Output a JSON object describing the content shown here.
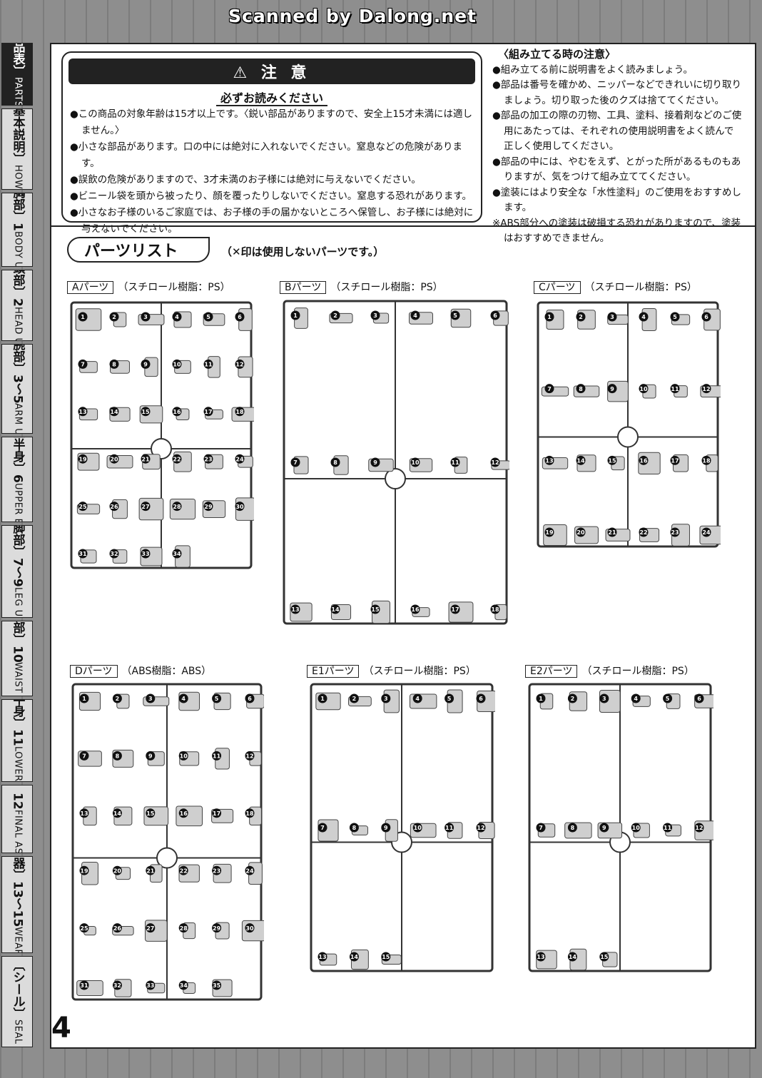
{
  "watermark": "Scanned by Dalong.net",
  "page_number": "4",
  "tabs": [
    {
      "jp": "〔部品表〕",
      "en": "PARTS LIST",
      "active": true
    },
    {
      "jp": "〔基本説明〕",
      "en": "HOW TO",
      "active": false
    },
    {
      "jp": "〔胸部〕1",
      "en": "BODY UNIT",
      "active": false
    },
    {
      "jp": "〔頭部〕2",
      "en": "HEAD UNIT",
      "active": false
    },
    {
      "jp": "〔腕部〕3〜5",
      "en": "ARM UNIT",
      "active": false
    },
    {
      "jp": "〔上半身〕6",
      "en": "UPPER BODY",
      "active": false
    },
    {
      "jp": "〔脚部〕7〜9",
      "en": "LEG UNIT",
      "active": false
    },
    {
      "jp": "〔腰部〕10",
      "en": "WAIST UNIT",
      "active": false
    },
    {
      "jp": "〔下半身〕11",
      "en": "LOWER BODY",
      "active": false
    },
    {
      "jp": "〔完成〕12",
      "en": "FINAL ASSEMBLE",
      "active": false
    },
    {
      "jp": "〔武器〕13〜15",
      "en": "WEAPONS",
      "active": false
    },
    {
      "jp": "〔シール〕",
      "en": "SEAL",
      "active": false
    }
  ],
  "caution": {
    "title": "⚠ 注 意",
    "subtitle": "必ずお読みください",
    "items": [
      "●この商品の対象年齢は15才以上です。〈鋭い部品がありますので、安全上15才未満には適しません。〉",
      "●小さな部品があります。口の中には絶対に入れないでください。窒息などの危険があります。",
      "●誤飲の危険がありますので、3才未満のお子様には絶対に与えないでください。",
      "●ビニール袋を頭から被ったり、顔を覆ったりしないでください。窒息する恐れがあります。",
      "●小さなお子様のいるご家庭では、お子様の手の届かないところへ保管し、お子様には絶対に与えないでください。"
    ]
  },
  "assembly_notes": {
    "title": "〈組み立てる時の注意〉",
    "items": [
      "●組み立てる前に説明書をよく読みましょう。",
      "●部品は番号を確かめ、ニッパーなどできれいに切り取りましょう。切り取った後のクズは捨ててください。",
      "●部品の加工の際の刃物、工具、塗料、接着剤などのご使用にあたっては、それぞれの使用説明書をよく読んで正しく使用してください。",
      "●部品の中には、やむをえず、とがった所があるものもありますが、気をつけて組み立ててください。",
      "●塗装にはより安全な「水性塗料」のご使用をおすすめします。",
      "※ABS部分への塗装は破損する恐れがありますので、塗装はおすすめできません。"
    ]
  },
  "parts_list": {
    "title": "パーツリスト",
    "note": "（✕印は使用しないパーツです。）",
    "runners": [
      {
        "id": "A",
        "name": "Aパーツ",
        "material": "（スチロール樹脂：PS）",
        "parts": [
          "1",
          "2",
          "3",
          "4",
          "5",
          "6",
          "7",
          "8",
          "9",
          "10",
          "11",
          "12",
          "13",
          "14",
          "15",
          "16",
          "17",
          "18",
          "19",
          "20",
          "21",
          "22",
          "23",
          "24",
          "25",
          "26",
          "27",
          "28",
          "29",
          "30",
          "31",
          "32",
          "33",
          "34"
        ]
      },
      {
        "id": "B",
        "name": "Bパーツ",
        "material": "（スチロール樹脂：PS）",
        "parts": [
          "1",
          "2",
          "3",
          "4",
          "5",
          "6",
          "7",
          "8",
          "9",
          "10",
          "11",
          "12",
          "13",
          "14",
          "15",
          "16",
          "17",
          "18"
        ]
      },
      {
        "id": "C",
        "name": "Cパーツ",
        "material": "（スチロール樹脂：PS）",
        "parts": [
          "1",
          "2",
          "3",
          "4",
          "5",
          "6",
          "7",
          "8",
          "9",
          "10",
          "11",
          "12",
          "13",
          "14",
          "15",
          "16",
          "17",
          "18",
          "19",
          "20",
          "21",
          "22",
          "23",
          "24"
        ]
      },
      {
        "id": "D",
        "name": "Dパーツ",
        "material": "（ABS樹脂：ABS）",
        "parts": [
          "1",
          "2",
          "3",
          "4",
          "5",
          "6",
          "7",
          "8",
          "9",
          "10",
          "11",
          "12",
          "13",
          "14",
          "15",
          "16",
          "17",
          "18",
          "19",
          "20",
          "21",
          "22",
          "23",
          "24",
          "25",
          "26",
          "27",
          "28",
          "29",
          "30",
          "31",
          "32",
          "33",
          "34",
          "35"
        ]
      },
      {
        "id": "E1",
        "name": "E1パーツ",
        "material": "（スチロール樹脂：PS）",
        "parts": [
          "1",
          "2",
          "3",
          "4",
          "5",
          "6",
          "7",
          "8",
          "9",
          "10",
          "11",
          "12",
          "13",
          "14",
          "15"
        ]
      },
      {
        "id": "E2",
        "name": "E2パーツ",
        "material": "（スチロール樹脂：PS）",
        "parts": [
          "1",
          "2",
          "3",
          "4",
          "5",
          "6",
          "7",
          "8",
          "9",
          "10",
          "11",
          "12",
          "13",
          "14",
          "15"
        ]
      }
    ]
  }
}
